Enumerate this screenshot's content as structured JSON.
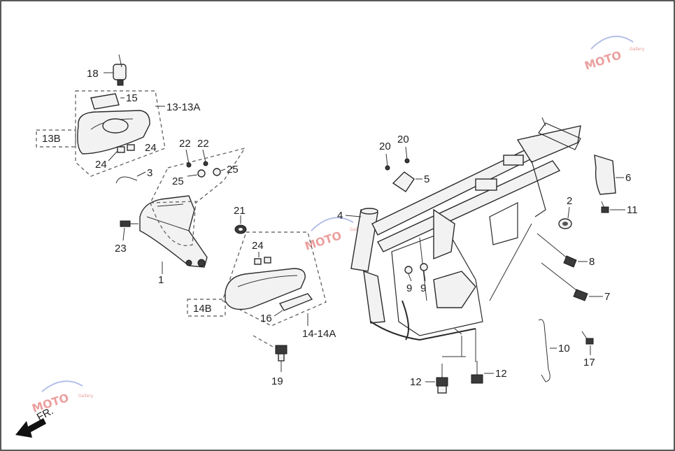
{
  "labels": {
    "p1": "1",
    "p2": "2",
    "p3": "3",
    "p4": "4",
    "p5": "5",
    "p6": "6",
    "p7": "7",
    "p8": "8",
    "p9a": "9",
    "p9b": "9",
    "p10": "10",
    "p11": "11",
    "p12a": "12",
    "p12b": "12",
    "p13": "13-13A",
    "p13b": "13B",
    "p14": "14-14A",
    "p14b": "14B",
    "p15": "15",
    "p16": "16",
    "p17": "17",
    "p18": "18",
    "p19": "19",
    "p20a": "20",
    "p20b": "20",
    "p21": "21",
    "p22a": "22",
    "p22b": "22",
    "p23": "23",
    "p24a": "24",
    "p24b": "24",
    "p24c": "24",
    "p25a": "25",
    "p25b": "25"
  },
  "front_indicator": "FR.",
  "watermark": {
    "text": "MOTO",
    "subtext": "Gallery",
    "color": "#d9534f"
  },
  "border_color": "#2a2a2a"
}
